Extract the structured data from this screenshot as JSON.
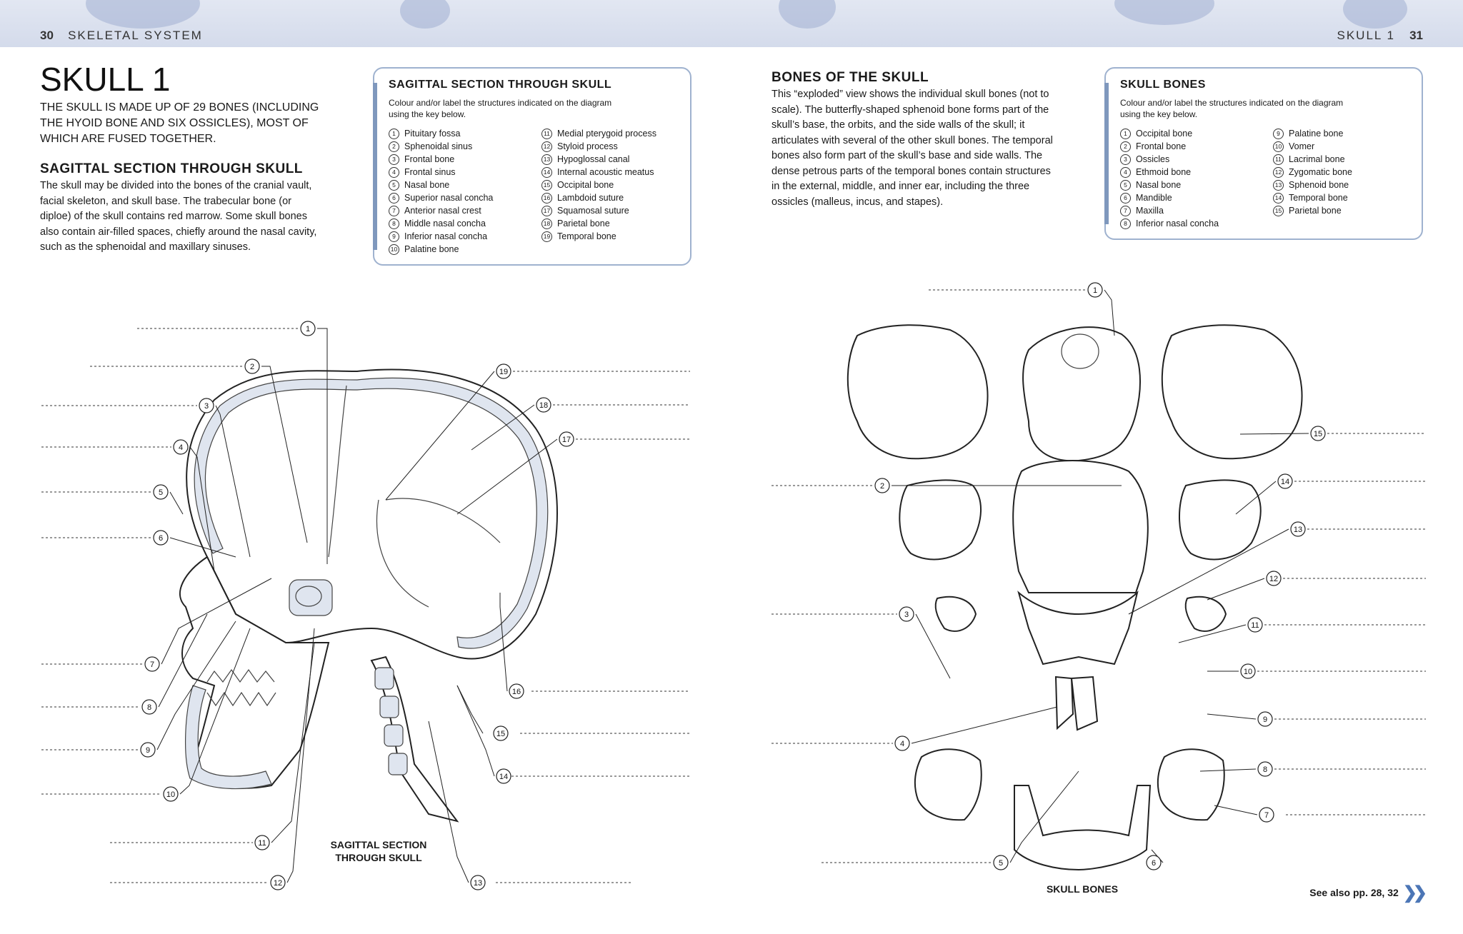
{
  "header": {
    "left_page_number": "30",
    "left_section": "SKELETAL SYSTEM",
    "right_section": "SKULL 1",
    "right_page_number": "31"
  },
  "left_page": {
    "title": "SKULL 1",
    "intro": "THE SKULL IS MADE UP OF 29 BONES (INCLUDING THE HYOID BONE AND SIX OSSICLES), MOST OF WHICH ARE FUSED TOGETHER.",
    "section_heading": "SAGITTAL SECTION THROUGH SKULL",
    "section_text": "The skull may be divided into the bones of the cranial vault, facial skeleton, and skull base. The trabecular bone (or diploe) of the skull contains red marrow. Some skull bones also contain air-filled spaces, chiefly around the nasal cavity, such as the sphenoidal and maxillary sinuses.",
    "key_box": {
      "title": "SAGITTAL SECTION THROUGH SKULL",
      "instructions": "Colour and/or label the structures indicated on the diagram using the key below.",
      "items": [
        "Pituitary fossa",
        "Sphenoidal sinus",
        "Frontal bone",
        "Frontal sinus",
        "Nasal bone",
        "Superior nasal concha",
        "Anterior nasal crest",
        "Middle nasal concha",
        "Inferior nasal concha",
        "Palatine bone",
        "Medial pterygoid process",
        "Styloid process",
        "Hypoglossal canal",
        "Internal acoustic meatus",
        "Occipital bone",
        "Lambdoid suture",
        "Squamosal suture",
        "Parietal bone",
        "Temporal bone"
      ]
    },
    "caption_line1": "SAGITTAL SECTION",
    "caption_line2": "THROUGH SKULL"
  },
  "right_page": {
    "section_heading": "BONES OF THE SKULL",
    "section_text": "This “exploded” view shows the individual skull bones (not to scale). The butterfly-shaped sphenoid bone forms part of the skull’s base, the orbits, and the side walls of the skull; it articulates with several of the other skull bones. The temporal bones also form part of the skull’s base and side walls. The dense petrous parts of the temporal bones contain structures in the external, middle, and inner ear, including the three ossicles (malleus, incus, and stapes).",
    "key_box": {
      "title": "SKULL BONES",
      "instructions": "Colour and/or label the structures indicated on the diagram using the key below.",
      "items": [
        "Occipital bone",
        "Frontal bone",
        "Ossicles",
        "Ethmoid bone",
        "Nasal bone",
        "Mandible",
        "Maxilla",
        "Inferior nasal concha",
        "Palatine bone",
        "Vomer",
        "Lacrimal bone",
        "Zygomatic bone",
        "Sphenoid bone",
        "Temporal bone",
        "Parietal bone"
      ]
    },
    "caption": "SKULL BONES",
    "see_also": "See also pp. 28, 32"
  },
  "numbers": [
    "1",
    "2",
    "3",
    "4",
    "5",
    "6",
    "7",
    "8",
    "9",
    "10",
    "11",
    "12",
    "13",
    "14",
    "15",
    "16",
    "17",
    "18",
    "19"
  ],
  "colors": {
    "accent": "#7f98bd",
    "box_border": "#9fb2cf",
    "band": "#d4dbeb",
    "marrow": "#dfe5ef"
  }
}
